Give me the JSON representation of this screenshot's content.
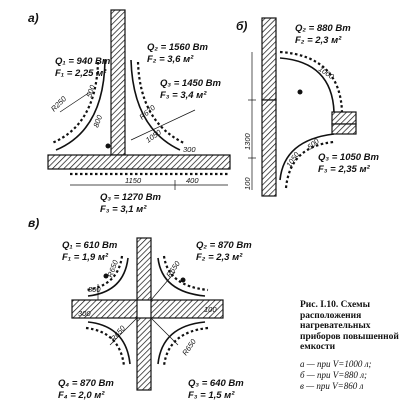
{
  "panels": {
    "a": {
      "letter": "а)",
      "q1": "Q₁ = 940 Вт",
      "f1": "F₁ = 2,25 м²",
      "q2": "Q₂ = 1560 Вт",
      "f2": "F₂ = 3,6 м²",
      "q3": "Q₃ = 1450 Вт",
      "f3": "F₃ = 3,4 м²",
      "q4": "Q₃ = 1270 Вт",
      "f4": "F₃ = 3,1 м²",
      "dims": [
        "R250",
        "500",
        "800",
        "R670",
        "1050",
        "300",
        "1150",
        "400"
      ]
    },
    "b": {
      "letter": "б)",
      "q1": "Q₂ = 880 Вт",
      "f1": "F₂ = 2,3 м²",
      "q2": "Q₃ = 1050 Вт",
      "f2": "F₃ = 2,35 м²",
      "dims": [
        "1000",
        "1300",
        "100",
        "1050",
        "500"
      ]
    },
    "c": {
      "letter": "в)",
      "q1": "Q₁ = 610 Вт",
      "f1": "F₁ = 1,9 м²",
      "q2": "Q₂ = 870 Вт",
      "f2": "F₂ = 2,3 м²",
      "q3": "Q₄ = 870 Вт",
      "f3": "F₄ = 2,0 м²",
      "q4": "Q₃ = 640 Вт",
      "f4": "F₃ = 1,5 м²",
      "dims": [
        "R650",
        "300",
        "R650",
        "R650",
        "100",
        "R650",
        "300"
      ]
    }
  },
  "caption": {
    "title": "Рис. I.10. Схемы расположения нагревательных приборов повышенной емкости",
    "lines": [
      "а — при  V=1000 л;",
      "б — при  V=880 л;",
      "в — при  V=860 л"
    ]
  }
}
